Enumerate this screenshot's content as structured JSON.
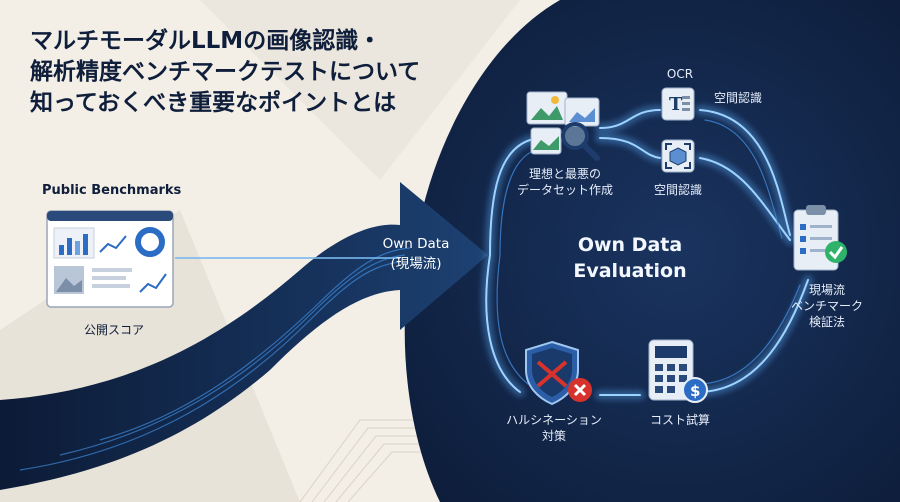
{
  "title": {
    "line1": "マルチモーダルLLMの画像認識・",
    "line2": "解析精度ベンチマークテストについて",
    "line3": "知っておくべき重要なポイントとは"
  },
  "left": {
    "public_benchmarks": "Public Benchmarks",
    "public_score": "公開スコア"
  },
  "arrow": {
    "line1": "Own Data",
    "line2": "(現場流)"
  },
  "center": {
    "line1": "Own Data",
    "line2": "Evaluation"
  },
  "nodes": {
    "dataset": {
      "line1": "理想と最悪の",
      "line2": "データセット作成"
    },
    "ocr": "OCR",
    "spatial_top": "空間認識",
    "spatial_mid": "空間認識",
    "verify": {
      "line1": "現場流",
      "line2": "ベンチマーク",
      "line3": "検証法"
    },
    "hallucination": {
      "line1": "ハルシネーション",
      "line2": "対策"
    },
    "cost": "コスト試算"
  },
  "colors": {
    "navy": "#0f1e3a",
    "panel": "#152a4d",
    "glow": "#5fb2ff",
    "green": "#2fb36b",
    "red": "#d8322d"
  }
}
